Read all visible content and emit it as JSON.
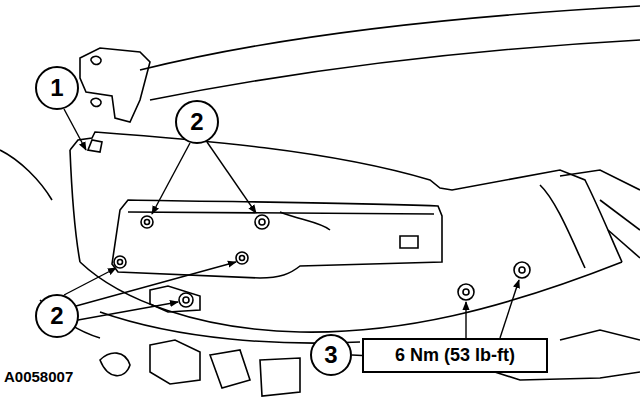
{
  "diagram": {
    "nodes": [
      {
        "text": [
          "1"
        ]
      },
      {
        "text": [
          "2"
        ]
      },
      {
        "text": [
          "2"
        ]
      },
      {
        "text": [
          "3"
        ]
      },
      {
        "text": [
          "6 Nm (53 lb-ft)"
        ]
      }
    ],
    "edges": [
      {
        "from": 3,
        "to": 4,
        "arrow": "none"
      }
    ],
    "labels": [
      "A0058007"
    ]
  }
}
